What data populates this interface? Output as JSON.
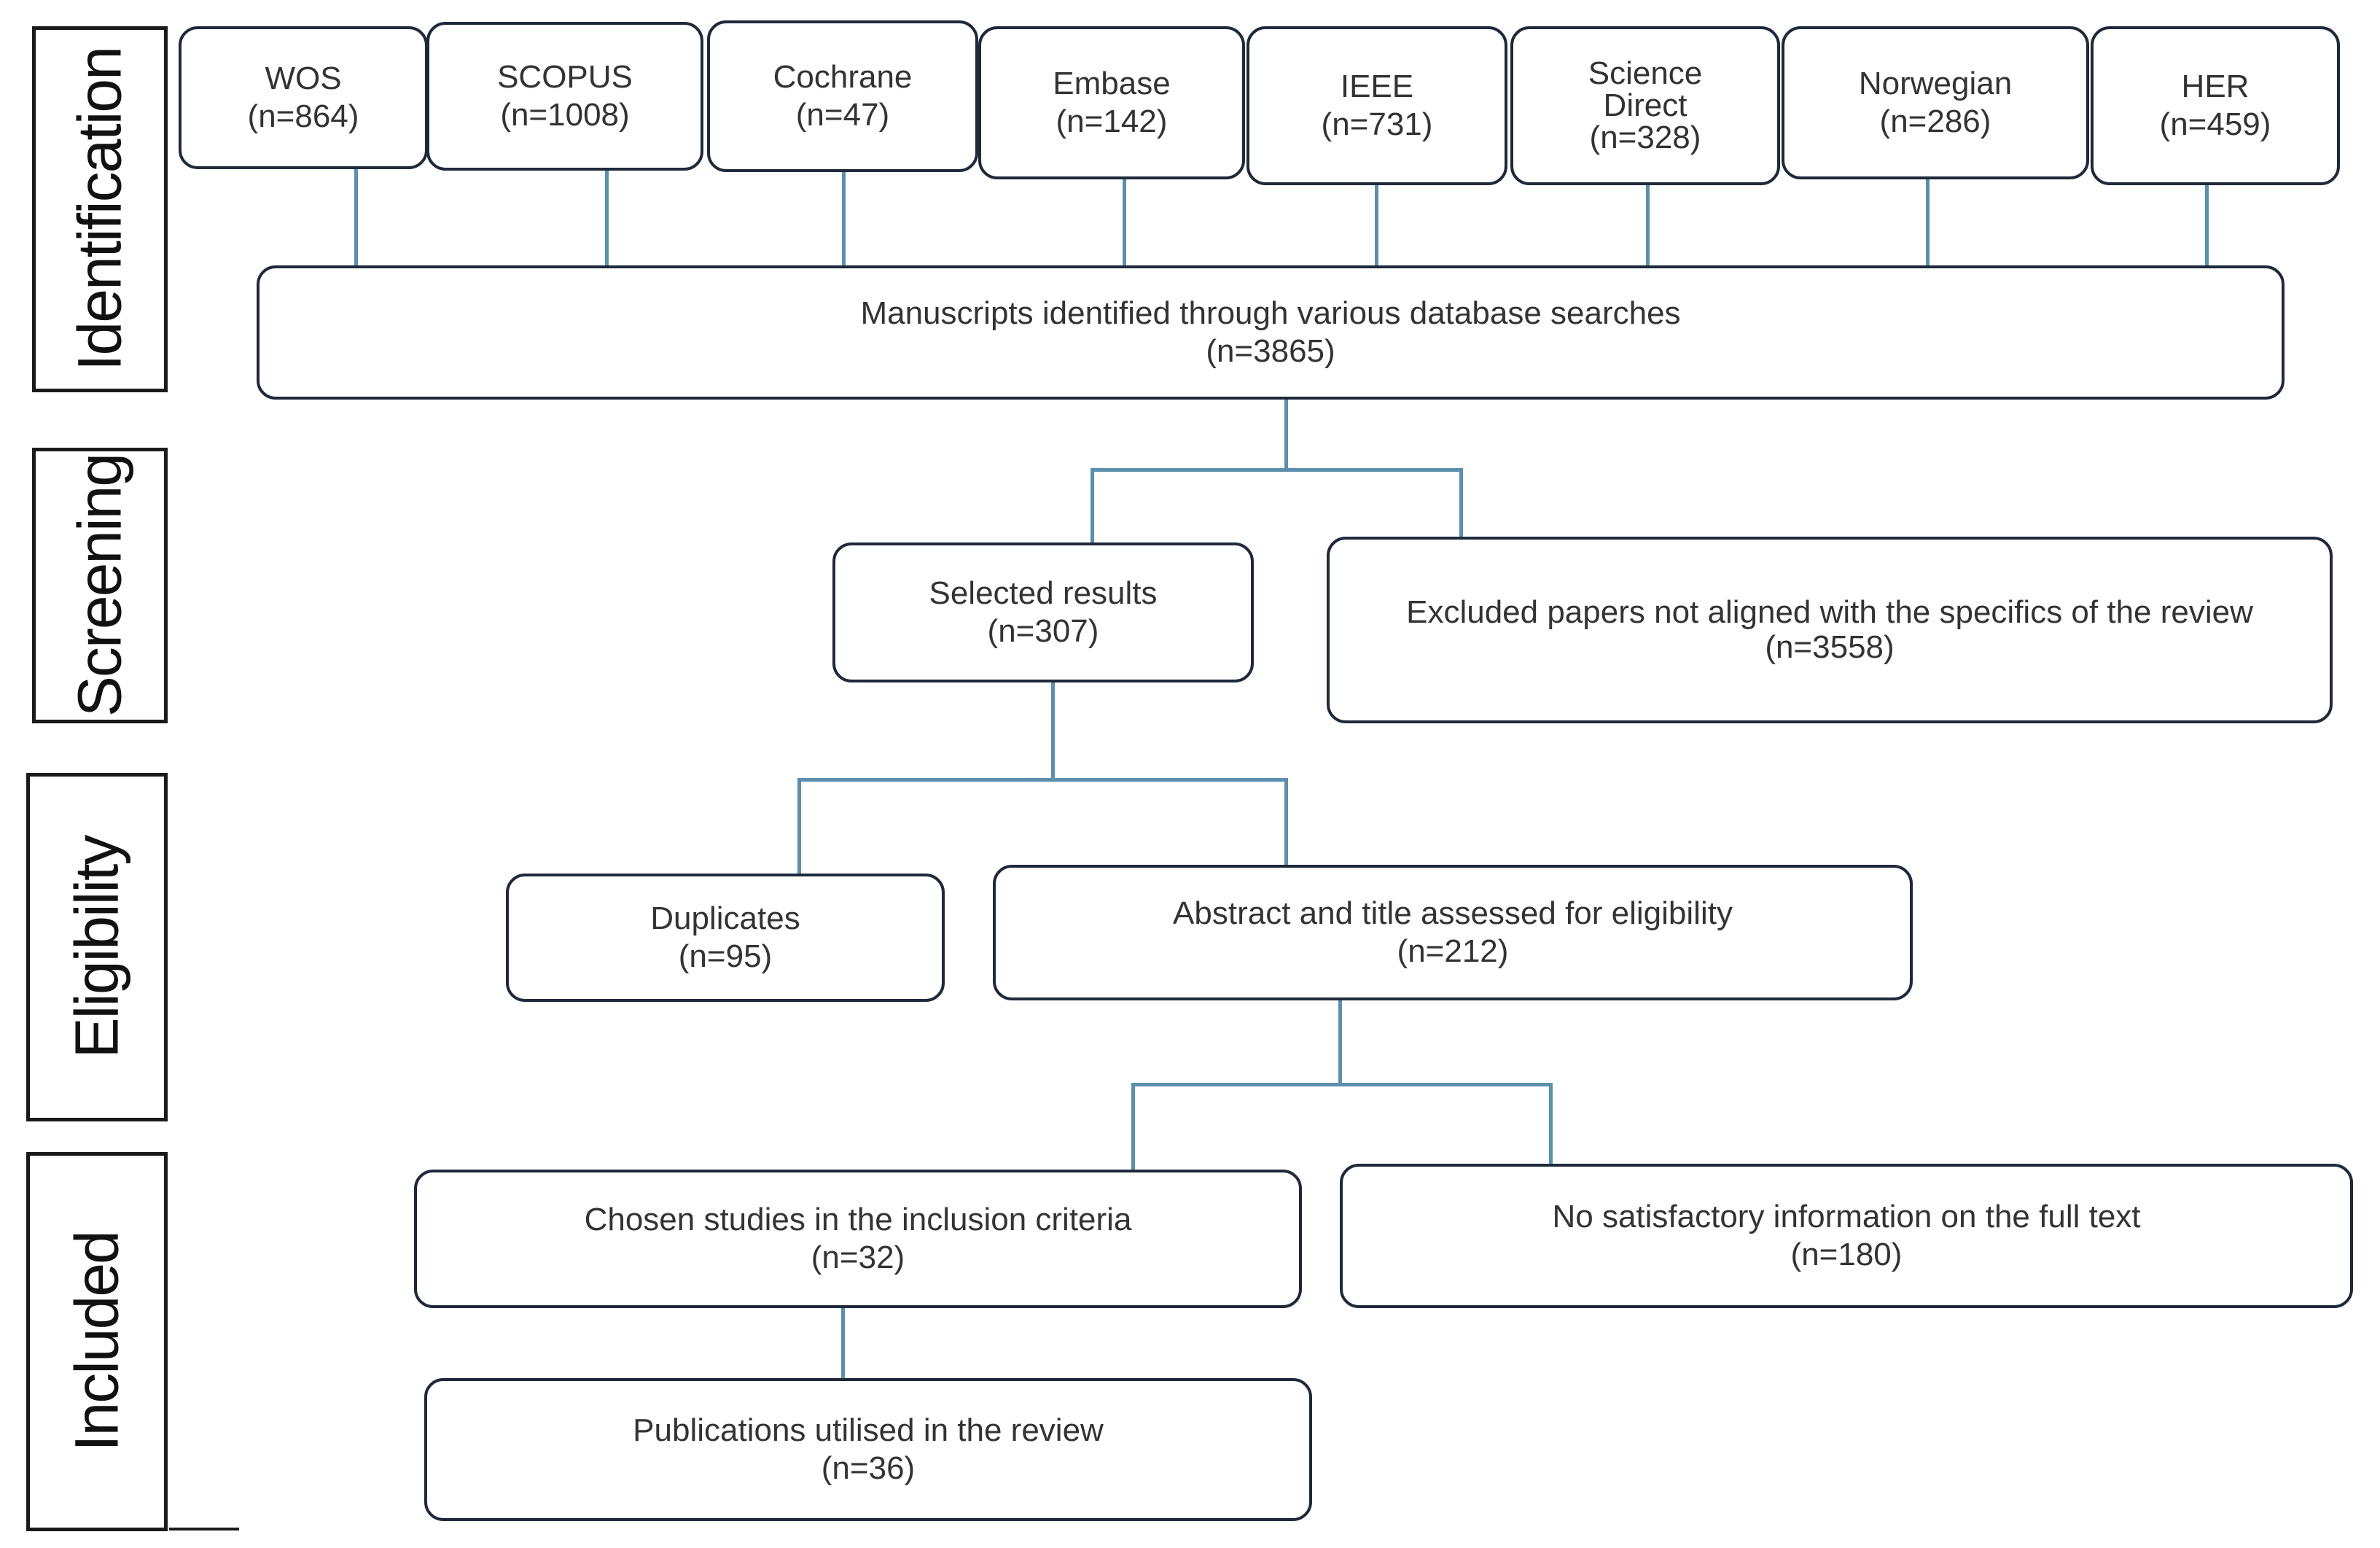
{
  "stages": {
    "identification": "Identification",
    "screening": "Screening",
    "eligibility": "Eligibility",
    "included": "Included"
  },
  "databases": [
    {
      "name": "WOS",
      "count": "(n=864)"
    },
    {
      "name": "SCOPUS",
      "count": "(n=1008)"
    },
    {
      "name": "Cochrane",
      "count": "(n=47)"
    },
    {
      "name": "Embase",
      "count": "(n=142)"
    },
    {
      "name": "IEEE",
      "count": "(n=731)"
    },
    {
      "name": "Science Direct",
      "count": "(n=328)"
    },
    {
      "name": "Norwegian",
      "count": "(n=286)"
    },
    {
      "name": "HER",
      "count": "(n=459)"
    }
  ],
  "identified": {
    "label": "Manuscripts identified through various database searches",
    "count": "(n=3865)"
  },
  "selected": {
    "label": "Selected results",
    "count": "(n=307)"
  },
  "excluded": {
    "label": "Excluded papers not aligned with the specifics of the review",
    "count": "(n=3558)"
  },
  "duplicates": {
    "label": "Duplicates",
    "count": "(n=95)"
  },
  "assessed": {
    "label": "Abstract and title assessed for eligibility",
    "count": "(n=212)"
  },
  "chosen": {
    "label": "Chosen studies in the inclusion criteria",
    "count": "(n=32)"
  },
  "no_info": {
    "label": "No satisfactory information on the full text",
    "count": "(n=180)"
  },
  "publications": {
    "label": "Publications utilised in the review",
    "count": "(n=36)"
  }
}
